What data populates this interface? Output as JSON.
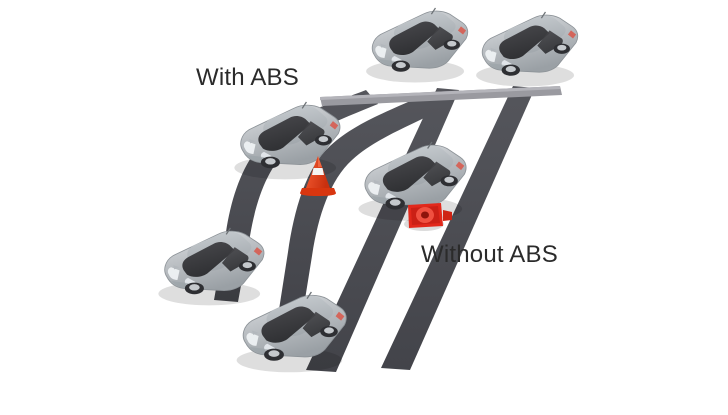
{
  "diagram": {
    "title_with_abs": "With ABS",
    "title_without_abs": "Without ABS",
    "background_color": "#ffffff",
    "label_color": "#2b2b2b",
    "track_color": "#4a4a50",
    "start_line_color": "#9a9aa0",
    "car_body_color": "#b9bcc0",
    "car_glass_color": "#3a3a3c",
    "cone_color": "#e8401c",
    "cone_stripe_color": "#f2f2f2",
    "crushed_cone_color": "#e2281b"
  },
  "scene": {
    "lanes": [
      {
        "name": "with-abs-lane",
        "behavior": "swerves around obstacle",
        "track_shape": "curved",
        "result": "cone avoided"
      },
      {
        "name": "without-abs-lane",
        "behavior": "skids straight ahead",
        "track_shape": "straight",
        "result": "cone run over"
      }
    ],
    "cars": [
      {
        "name": "start-car-with-abs",
        "position": "top-left-start",
        "state": "at start line"
      },
      {
        "name": "start-car-without-abs",
        "position": "top-right-start",
        "state": "at start line"
      },
      {
        "name": "braking-car-with-abs",
        "position": "mid-left",
        "state": "steering around cone"
      },
      {
        "name": "stopped-car-with-abs",
        "position": "lower-left",
        "state": "stopped safely"
      },
      {
        "name": "braking-car-without-abs",
        "position": "mid-right",
        "state": "hitting cone"
      },
      {
        "name": "stopped-car-without-abs",
        "position": "lower-right",
        "state": "skidded past"
      }
    ],
    "obstacles": [
      {
        "name": "traffic-cone-upright",
        "state": "upright",
        "color": "#e8401c"
      },
      {
        "name": "traffic-cone-crushed",
        "state": "knocked over",
        "color": "#e2281b"
      }
    ]
  }
}
